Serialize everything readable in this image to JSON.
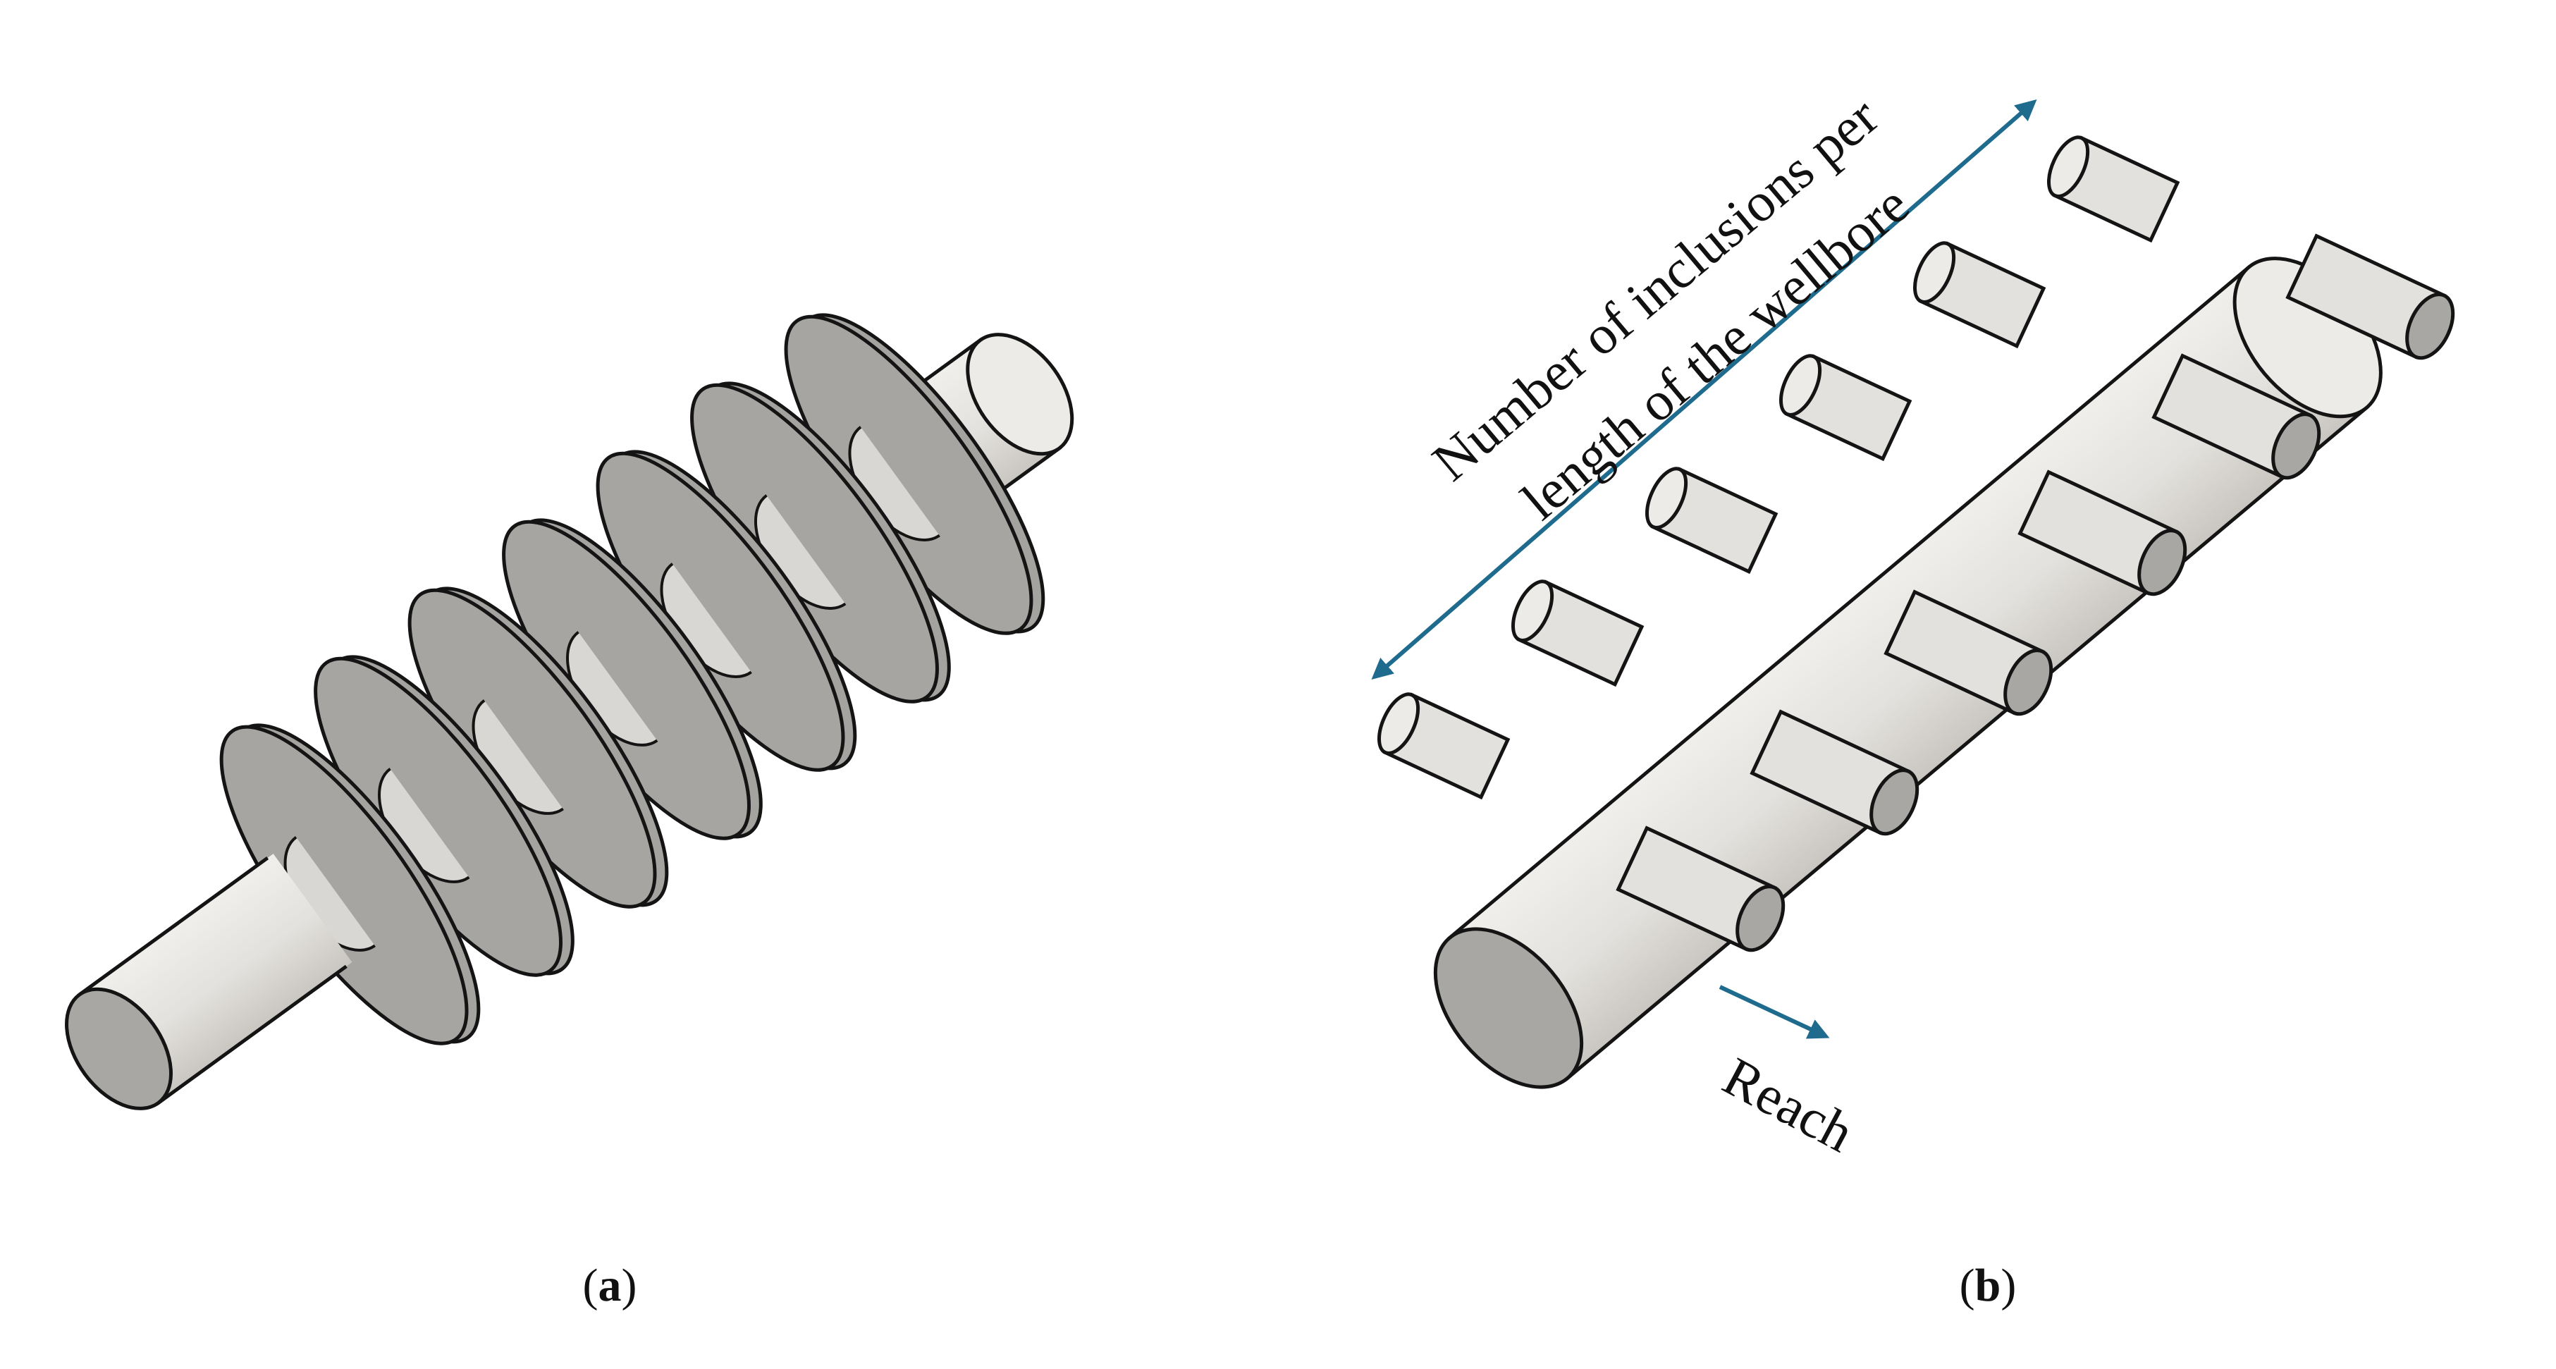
{
  "panels": [
    {
      "id": "a",
      "caption_open": "(",
      "caption_label": "a",
      "caption_close": ")"
    },
    {
      "id": "b",
      "caption_open": "(",
      "caption_label": "b",
      "caption_close": ")"
    }
  ],
  "annotations": {
    "inclusions_line1": "Number of inclusions per",
    "inclusions_line2": "length of the wellbore",
    "reach": "Reach"
  },
  "colors": {
    "body_fill": "#e3e1dd",
    "body_light": "#ecebe7",
    "body_shade": "#cfccc7",
    "end_face": "#a9a7a3",
    "disk_face": "#a5a3a0",
    "outline": "#141414",
    "arrow": "#1f6b8e"
  },
  "icons": {
    "double_arrow": "double-headed-arrow",
    "reach_arrow": "single-arrow"
  }
}
